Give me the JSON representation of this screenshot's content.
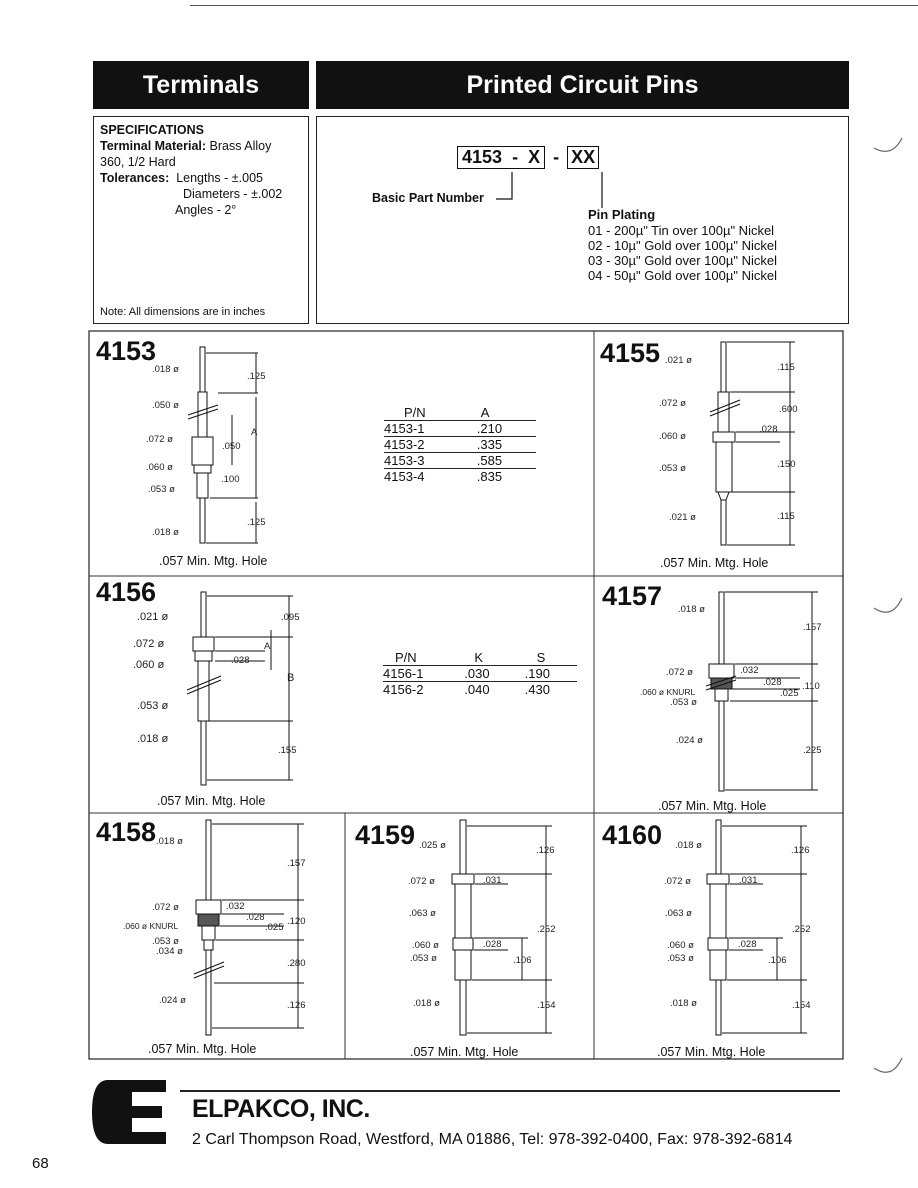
{
  "header": {
    "left_tab": "Terminals",
    "right_tab": "Printed Circuit Pins"
  },
  "specs": {
    "heading": "SPECIFICATIONS",
    "material_label": "Terminal Material:",
    "material_value_1": "Brass Alloy",
    "material_value_2": "360, 1/2 Hard",
    "tolerances_label": "Tolerances:",
    "tol_lengths": "Lengths - ±.005",
    "tol_diameters": "Diameters - ±.002",
    "tol_angles": "Angles - 2°",
    "note": "Note: All dimensions are in inches"
  },
  "part_number": {
    "base": "4153",
    "sep1": "-",
    "variant": "X",
    "sep2": "-",
    "plating_code": "XX",
    "basic_label": "Basic Part Number",
    "plating_title": "Pin Plating",
    "plating_options": [
      "01 - 200µ\" Tin over 100µ\" Nickel",
      "02 - 10µ\" Gold over 100µ\" Nickel",
      "03 - 30µ\" Gold over 100µ\" Nickel",
      "04 - 50µ\" Gold over 100µ\" Nickel"
    ]
  },
  "table_4153": {
    "headers": [
      "P/N",
      "A"
    ],
    "rows": [
      [
        "4153-1",
        ".210"
      ],
      [
        "4153-2",
        ".335"
      ],
      [
        "4153-3",
        ".585"
      ],
      [
        "4153-4",
        ".835"
      ]
    ]
  },
  "table_4156": {
    "headers": [
      "P/N",
      "K",
      "S"
    ],
    "rows": [
      [
        "4156-1",
        ".030",
        ".190"
      ],
      [
        "4156-2",
        ".040",
        ".430"
      ]
    ]
  },
  "parts": {
    "p4153": {
      "number": "4153",
      "hole": ".057 Min. Mtg. Hole",
      "dims": [
        ".018 ø",
        ".125",
        ".050 ø",
        "A",
        ".072 ø",
        ".050",
        ".060 ø",
        ".053 ø",
        ".100",
        ".125",
        ".018 ø"
      ]
    },
    "p4155": {
      "number": "4155",
      "hole": ".057 Min. Mtg. Hole",
      "dims": [
        ".021 ø",
        ".115",
        ".072 ø",
        ".600",
        ".028",
        ".060 ø",
        ".150",
        ".053 ø",
        ".021 ø",
        ".115"
      ]
    },
    "p4156": {
      "number": "4156",
      "hole": ".057 Min. Mtg. Hole",
      "dims": [
        ".021 ø",
        ".095",
        ".072 ø",
        "A",
        ".060 ø",
        ".028",
        "B",
        ".053 ø",
        ".018 ø",
        ".155"
      ]
    },
    "p4157": {
      "number": "4157",
      "hole": ".057 Min. Mtg. Hole",
      "dims": [
        ".018 ø",
        ".157",
        ".072 ø",
        ".032",
        ".028",
        ".060 ø KNURL",
        ".025",
        ".110",
        ".053 ø",
        ".024 ø",
        ".225"
      ]
    },
    "p4158": {
      "number": "4158",
      "hole": ".057 Min. Mtg. Hole",
      "dims": [
        ".018 ø",
        ".157",
        ".072 ø",
        ".032",
        ".028",
        ".060 ø KNURL",
        ".025",
        ".120",
        ".053 ø",
        ".034 ø",
        ".280",
        ".024 ø",
        ".126"
      ]
    },
    "p4159": {
      "number": "4159",
      "hole": ".057 Min. Mtg. Hole",
      "dims": [
        ".025 ø",
        ".126",
        ".072 ø",
        ".031",
        ".063 ø",
        ".252",
        ".060 ø",
        ".028",
        ".053 ø",
        ".106",
        ".018 ø",
        ".154"
      ]
    },
    "p4160": {
      "number": "4160",
      "hole": ".057 Min. Mtg. Hole",
      "dims": [
        ".018 ø",
        ".126",
        ".072 ø",
        ".031",
        ".063 ø",
        ".252",
        ".060 ø",
        ".028",
        ".053 ø",
        ".106",
        ".018 ø",
        ".154"
      ]
    }
  },
  "footer": {
    "logo_letter": "E",
    "company": "ELPAKCO, INC.",
    "address": "2 Carl Thompson Road, Westford, MA  01886, Tel: 978-392-0400, Fax: 978-392-6814",
    "page_number": "68"
  }
}
